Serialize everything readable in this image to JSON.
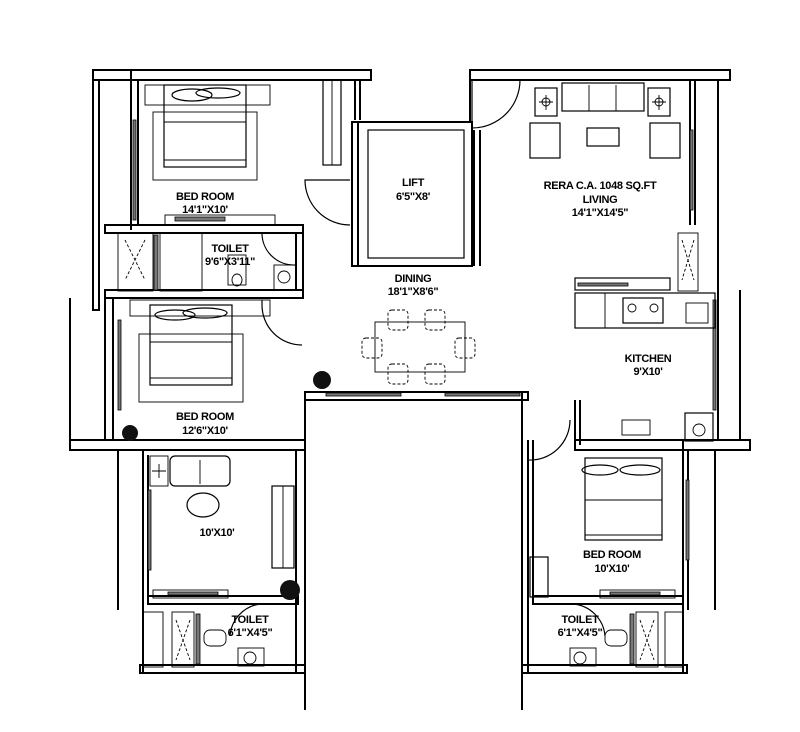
{
  "plan": {
    "summary_label": "RERA C.A. 1048 SQ.FT",
    "line_color": "#000000",
    "background": "#ffffff"
  },
  "rooms": {
    "bedroom_top_left": {
      "name": "BED ROOM",
      "size": "14'1\"X10'"
    },
    "toilet_top_left": {
      "name": "TOILET",
      "size": "9'6\"X3'11\""
    },
    "lift": {
      "name": "LIFT",
      "size": "6'5\"X8'"
    },
    "dining": {
      "name": "DINING",
      "size": "18'1\"X8'6\""
    },
    "living": {
      "name": "LIVING",
      "size": "14'1\"X14'5\""
    },
    "kitchen": {
      "name": "KITCHEN",
      "size": "9'X10'"
    },
    "bedroom_mid_left": {
      "name": "BED ROOM",
      "size": "12'6\"X10'"
    },
    "room_bottom_left": {
      "name": "",
      "size": "10'X10'"
    },
    "toilet_bottom_left": {
      "name": "TOILET",
      "size": "6'1\"X4'5\""
    },
    "bedroom_bottom_right": {
      "name": "BED ROOM",
      "size": "10'X10'"
    },
    "toilet_bottom_right": {
      "name": "TOILET",
      "size": "6'1\"X4'5\""
    }
  }
}
